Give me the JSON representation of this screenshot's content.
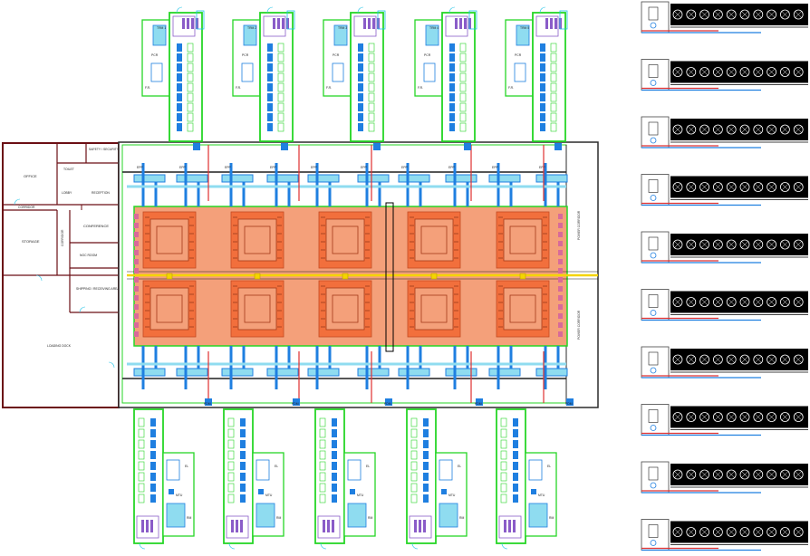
{
  "colors": {
    "wall": "#6b0f14",
    "hall_outline": "#2b2b2b",
    "green": "#26d626",
    "blue": "#1f7fe0",
    "light_blue": "#8fdcf0",
    "cyan": "#1fc4e8",
    "red_pipe": "#e03030",
    "orange_floor": "#f4a07a",
    "orange_pod": "#f26f3c",
    "yellow": "#f5d400",
    "purple": "#8a5cc8",
    "generator": "#000000"
  },
  "office_block": {
    "rooms": {
      "office": "OFFICE",
      "toilet": "TOILET",
      "security": "SAFETY / SECURITY",
      "lobby": "LOBBY",
      "reception": "RECEPTION",
      "corridor": "CORRIDOR",
      "storage": "STORAGE",
      "conference": "CONFERENCE",
      "noc_room": "NOC ROOM",
      "shipping": "SHIPPING / RECEIVING AREA",
      "loading_dock": "LOADING DOCK",
      "corridor_vert": "CORRIDOR"
    }
  },
  "data_hall": {
    "epp_labels": [
      "EPP",
      "EPP",
      "EPP",
      "EPP",
      "EPP",
      "EPP",
      "EPP",
      "EPP",
      "EPP",
      "EPP"
    ],
    "side_labels": [
      "POWER CORRIDOR",
      "POWER CORRIDOR"
    ],
    "bottom_labels": [
      "PDM",
      "PDM",
      "PDM",
      "PDM",
      "PDM"
    ]
  },
  "top_modules": [
    {
      "room": "TRM 1",
      "pcr": "PCR",
      "fr": "F.R."
    },
    {
      "room": "TRM 2",
      "pcr": "PCR",
      "fr": "F.R."
    },
    {
      "room": "TRM 3",
      "pcr": "PCR",
      "fr": "F.R."
    },
    {
      "room": "TRM 4",
      "pcr": "PCR",
      "fr": "F.R."
    },
    {
      "room": "TRM 5",
      "pcr": "PCR",
      "fr": "F.R."
    }
  ],
  "bottom_modules": [
    {
      "el": "EL",
      "mtu": "MTU",
      "rm": "RM"
    },
    {
      "el": "EL",
      "mtu": "MTU",
      "rm": "RM"
    },
    {
      "el": "EL",
      "mtu": "MTU",
      "rm": "RM"
    },
    {
      "el": "EL",
      "mtu": "MTU",
      "rm": "RM"
    },
    {
      "el": "EL",
      "mtu": "MTU",
      "rm": "RM"
    }
  ],
  "generator_rows": 10,
  "generator_fans": 10
}
